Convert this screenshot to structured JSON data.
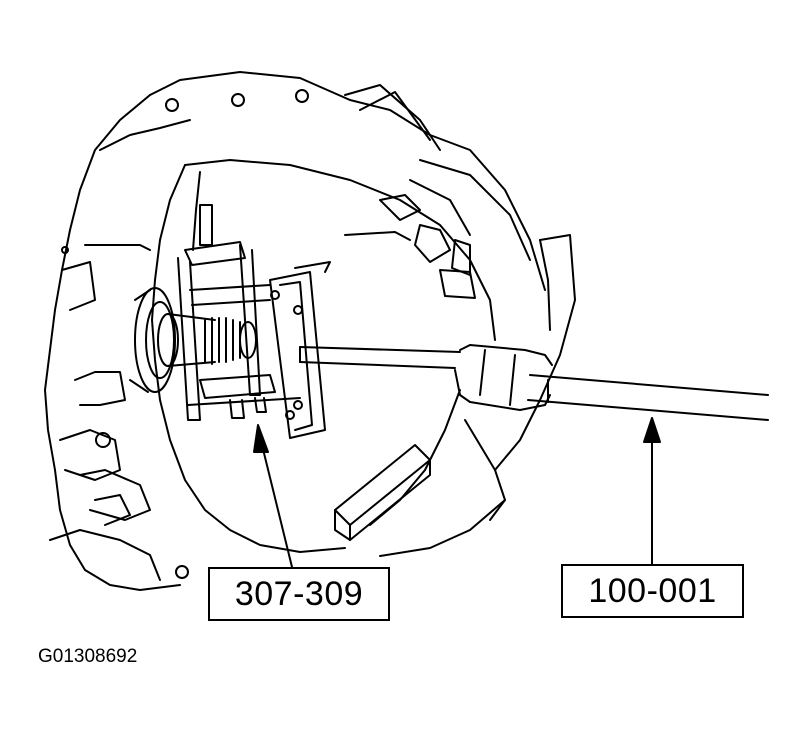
{
  "callouts": {
    "tool_a": "307-309",
    "tool_b": "100-001"
  },
  "figure_id": "G01308692",
  "colors": {
    "ink": "#000000",
    "paper": "#ffffff"
  }
}
